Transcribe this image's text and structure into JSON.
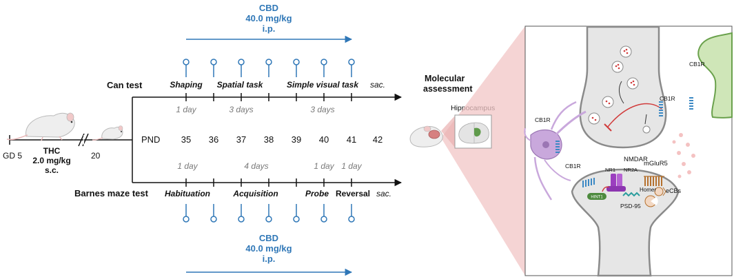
{
  "cbd_top": {
    "name": "CBD",
    "dose": "40.0 mg/kg",
    "route": "i.p."
  },
  "cbd_bottom": {
    "name": "CBD",
    "dose": "40.0 mg/kg",
    "route": "i.p."
  },
  "thc": {
    "name": "THC",
    "dose": "2.0 mg/kg",
    "route": "s.c."
  },
  "gestation": {
    "start": "GD 5",
    "end": "20"
  },
  "pnd": {
    "label": "PND",
    "days": [
      "35",
      "36",
      "37",
      "38",
      "39",
      "40",
      "41",
      "42"
    ]
  },
  "can_test": {
    "title": "Can test",
    "phases": [
      "Shaping",
      "Spatial task",
      "Simple visual task",
      "sac."
    ],
    "durations": [
      "1 day",
      "3 days",
      "3 days"
    ]
  },
  "barnes_test": {
    "title": "Barnes maze test",
    "phases": [
      "Habituation",
      "Acquisition",
      "Probe",
      "Reversal",
      "sac."
    ],
    "durations": [
      "1 day",
      "4 days",
      "1 day",
      "1 day"
    ]
  },
  "molecular": {
    "title_line1": "Molecular",
    "title_line2": "assessment",
    "region": "Hippocampus"
  },
  "synapse": {
    "cb1r_labels": [
      "CB1R",
      "CB1R",
      "CB1R",
      "CB1R"
    ],
    "nmdar": "NMDAR",
    "nr1": "NR1",
    "nr2a": "NR2A",
    "mglur5": "mGluR5",
    "homer": "Homer",
    "ecbs": "eCBs",
    "psd95": "PSD-95",
    "hint1": "HINT1"
  },
  "colors": {
    "cbd_blue": "#2f77b7",
    "synapse_gray": "#e6e6e6",
    "neuron_purple": "#c9a8dc",
    "astro_green": "#cfe6b8",
    "receptor_blue": "#3a88c4"
  }
}
